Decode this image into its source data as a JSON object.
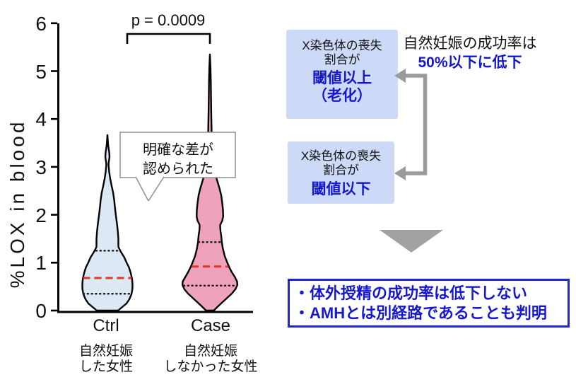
{
  "chart": {
    "p_label": "p = 0.0009",
    "ylabel": "%LOX in blood",
    "yticks": [
      "6",
      "5",
      "4",
      "3",
      "2",
      "1",
      "0"
    ],
    "groups": [
      {
        "label": "Ctrl",
        "sublabel_line1": "自然妊娠",
        "sublabel_line2": "した女性"
      },
      {
        "label": "Case",
        "sublabel_line1": "自然妊娠",
        "sublabel_line2": "しなかった女性"
      }
    ],
    "callout": {
      "line1": "明確な差が",
      "line2": "認められた"
    }
  },
  "chart_data": {
    "type": "violin",
    "categories": [
      "Ctrl",
      "Case"
    ],
    "title": "",
    "xlabel": "",
    "ylabel": "%LOX in blood",
    "ylim": [
      0,
      6
    ],
    "yticks": [
      0,
      1,
      2,
      3,
      4,
      5,
      6
    ],
    "significance": {
      "comparison": "Ctrl vs Case",
      "p_value": "p = 0.0009"
    },
    "series": [
      {
        "name": "Ctrl",
        "description": "自然妊娠した女性",
        "min": 0,
        "q1": 0.35,
        "median": 0.68,
        "q3": 1.25,
        "max": 3.65,
        "fill": "#dce8f4"
      },
      {
        "name": "Case",
        "description": "自然妊娠しなかった女性",
        "min": 0,
        "q1": 0.52,
        "median": 0.92,
        "q3": 1.43,
        "max": 5.35,
        "fill": "#efa3ba"
      }
    ],
    "median_line_color": "#e63228",
    "quartile_line_style": "dotted",
    "annotation": "明確な差が認められた"
  },
  "diagram": {
    "box_above": {
      "line1": "X染色体の喪失",
      "line2": "割合が",
      "highlight1": "閾値以上",
      "highlight2": "（老化）"
    },
    "note": {
      "line1": "自然妊娠の成功率は",
      "line2": "50%以下に低下"
    },
    "box_below": {
      "line1": "X染色体の喪失",
      "line2": "割合が",
      "highlight1": "閾値以下"
    },
    "conclusion": {
      "line1": "・体外授精の成功率は低下しない",
      "line2": "・AMHとは別経路であることも判明"
    },
    "colors": {
      "box_bg": "#ccd9f7",
      "highlight_text": "#1518cc",
      "arrow": "#9b9b9b",
      "conclusion_border": "#2227cc"
    }
  }
}
